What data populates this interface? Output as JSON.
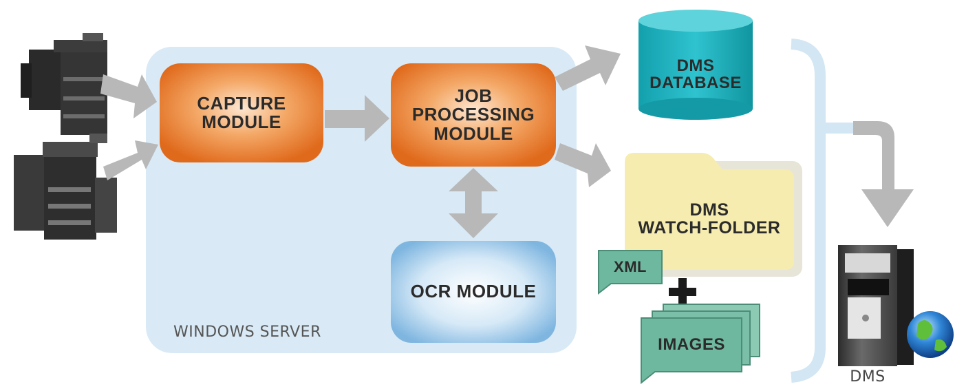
{
  "diagram": {
    "capture_module": "CAPTURE\nMODULE",
    "job_processing_module": "JOB\nPROCESSING\nMODULE",
    "ocr_module": "OCR MODULE",
    "windows_server": "WINDOWS SERVER",
    "dms_database": "DMS\nDATABASE",
    "dms_watch_folder": "DMS\nWATCH-FOLDER",
    "xml": "XML",
    "images": "IMAGES",
    "dms": "DMS"
  },
  "colors": {
    "server_panel": "#d9eaf6",
    "orange_module": "#e8742a",
    "ocr_module": "#9cc8ea",
    "database": "#1fb3bf",
    "folder": "#f6ecb0",
    "document": "#6fb8a0",
    "arrow": "#b8b8b8",
    "bracket": "#d3e6f3"
  }
}
